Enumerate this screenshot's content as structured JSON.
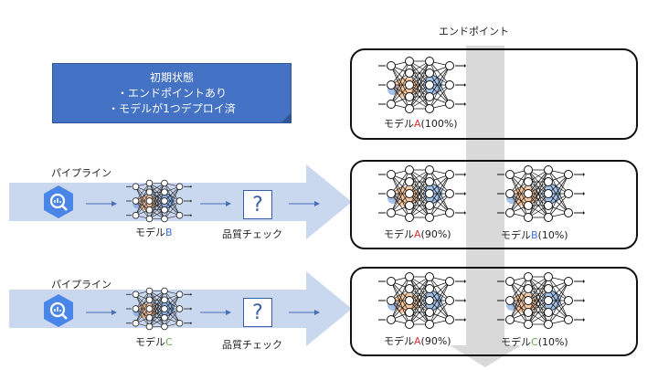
{
  "endpoint_title": "エンドポイント",
  "initial_note": {
    "title": "初期状態",
    "line1": "・エンドポイントあり",
    "line2": "・モデルが1つデプロイ済"
  },
  "pipeline1": {
    "title": "パイプライン",
    "model_prefix": "モデル",
    "model_letter": "B",
    "check_label": "品質チェック"
  },
  "pipeline2": {
    "title": "パイプライン",
    "model_prefix": "モデル",
    "model_letter": "C",
    "check_label": "品質チェック"
  },
  "endpoint_box1": {
    "model_prefix": "モデル",
    "model_letter": "A",
    "model_pct": "(100%)"
  },
  "endpoint_box2": {
    "left": {
      "prefix": "モデル",
      "letter": "A",
      "pct": "(90%)"
    },
    "right": {
      "prefix": "モデル",
      "letter": "B",
      "pct": "(10%)"
    }
  },
  "endpoint_box3": {
    "left": {
      "prefix": "モデル",
      "letter": "A",
      "pct": "(90%)"
    },
    "right": {
      "prefix": "モデル",
      "letter": "C",
      "pct": "(10%)"
    }
  },
  "colors": {
    "note_bg": "#4472c4",
    "pipeline_arrow": "#c9d7ef",
    "endpoint_arrow": "#d9d9d9",
    "model_a": "#e03030",
    "model_b": "#3b6fd8",
    "model_c": "#6aa84f",
    "node_orange": "#f4a460",
    "node_blue": "#5b8fd6"
  },
  "icons": {
    "pipeline_tool": "vertex-pipelines-hexagon-icon",
    "quality_check": "question-mark-box-icon",
    "model": "neural-network-icon"
  }
}
